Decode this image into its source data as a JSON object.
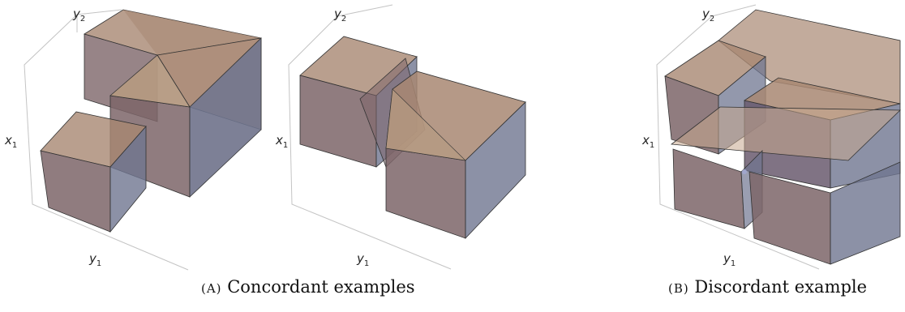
{
  "panels": [
    {
      "id": "a1",
      "axis_labels": {
        "x1": "x",
        "x1_sub": "1",
        "y1": "y",
        "y1_sub": "1",
        "y2": "y",
        "y2_sub": "2"
      }
    },
    {
      "id": "a2",
      "axis_labels": {
        "x1": "x",
        "x1_sub": "1",
        "y1": "y",
        "y1_sub": "1",
        "y2": "y",
        "y2_sub": "2"
      }
    },
    {
      "id": "b",
      "axis_labels": {
        "x1": "x",
        "x1_sub": "1",
        "y1": "y",
        "y1_sub": "1",
        "y2": "y",
        "y2_sub": "2"
      }
    }
  ],
  "captions": {
    "a": {
      "letter": "(A)",
      "text": " Concordant examples"
    },
    "b": {
      "letter": "(B)",
      "text": " Discordant example"
    }
  },
  "colors": {
    "box_top": "#a88772",
    "box_front": "#7d6569",
    "box_side": "#6f7590",
    "edge": "#2a2a2a",
    "frame": "#bfbfbf"
  }
}
